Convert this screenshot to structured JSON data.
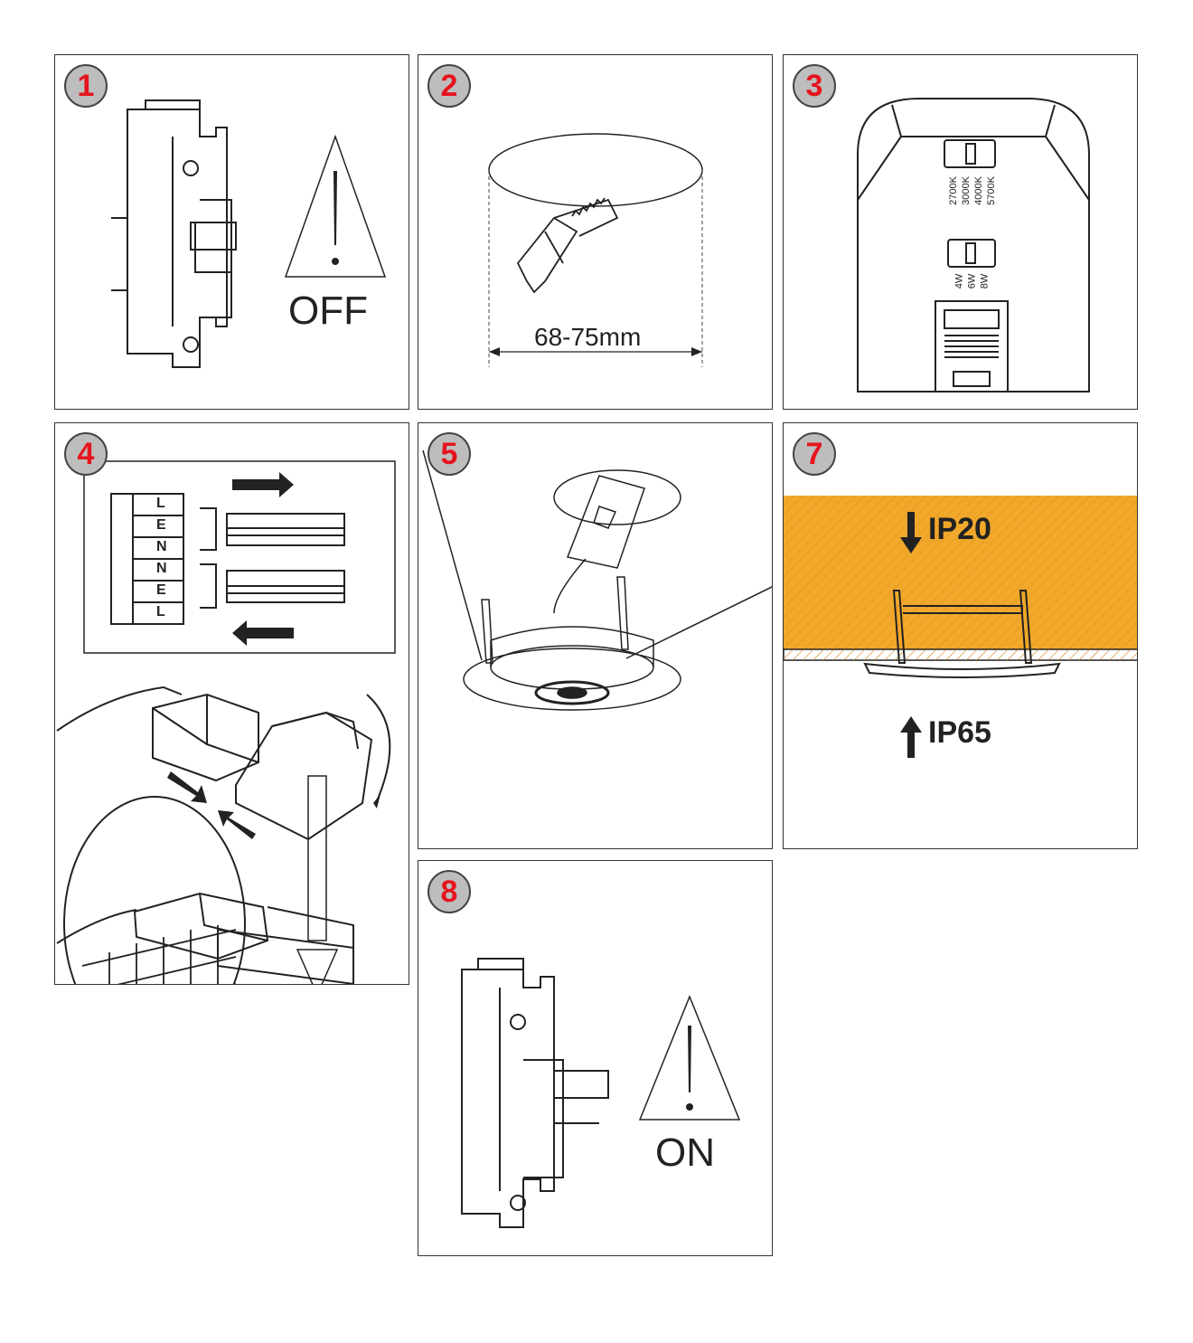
{
  "colors": {
    "badge_fill": "#bdbdbd",
    "badge_text": "#e5141e",
    "ceiling_fill": "#f2a82a",
    "line": "#222222"
  },
  "panels": [
    {
      "step": "1",
      "label": "OFF",
      "icon": "warning-triangle-icon"
    },
    {
      "step": "2",
      "label": "68-75mm"
    },
    {
      "step": "3",
      "cct": [
        "2700K",
        "3000K",
        "4000K",
        "5700K"
      ],
      "watts": [
        "4W",
        "6W",
        "8W"
      ]
    },
    {
      "step": "4",
      "terminal_letters": [
        "L",
        "E",
        "N",
        "N",
        "E",
        "L"
      ]
    },
    {
      "step": "5"
    },
    {
      "step": "7",
      "top_label": "IP20",
      "bottom_label": "IP65"
    },
    {
      "step": "8",
      "label": "ON",
      "icon": "warning-triangle-icon"
    }
  ]
}
